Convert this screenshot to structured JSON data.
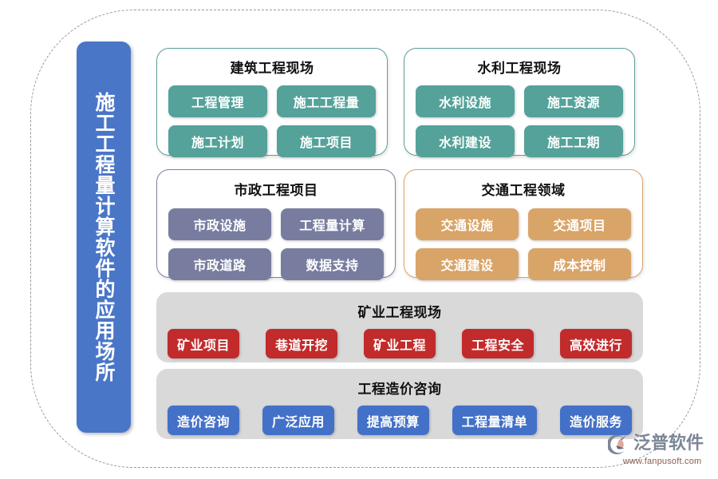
{
  "sidebar": {
    "title": "施工工程量计算软件的应用场所"
  },
  "cards": [
    {
      "id": "construction",
      "title": "建筑工程现场",
      "items": [
        "工程管理",
        "施工工程量",
        "施工计划",
        "施工项目"
      ],
      "color": "#54a29a",
      "border_color": "#5f9f99"
    },
    {
      "id": "water",
      "title": "水利工程现场",
      "items": [
        "水利设施",
        "施工资源",
        "水利建设",
        "施工工期"
      ],
      "color": "#54a29a",
      "border_color": "#5f9f99"
    },
    {
      "id": "municipal",
      "title": "市政工程项目",
      "items": [
        "市政设施",
        "工程量计算",
        "市政道路",
        "数据支持"
      ],
      "color": "#787da0",
      "border_color": "#7e83a2"
    },
    {
      "id": "traffic",
      "title": "交通工程领域",
      "items": [
        "交通设施",
        "交通项目",
        "交通建设",
        "成本控制"
      ],
      "color": "#d9a468",
      "border_color": "#d9a468"
    }
  ],
  "bands": [
    {
      "id": "mining",
      "title": "矿业工程现场",
      "items": [
        "矿业项目",
        "巷道开挖",
        "矿业工程",
        "工程安全",
        "高效进行"
      ],
      "color": "#c22b2b",
      "background": "#d9d9d9"
    },
    {
      "id": "cost",
      "title": "工程造价咨询",
      "items": [
        "造价咨询",
        "广泛应用",
        "提高预算",
        "工程量清单",
        "造价服务"
      ],
      "color": "#4371c8",
      "background": "#d9d9d9"
    }
  ],
  "logo": {
    "name": "泛普软件",
    "url": "www.fanpusoft.com",
    "mark": "swoosh-circle-icon"
  },
  "theme": {
    "sidebar_blue": "#4a76c8",
    "band_grey": "#d9d9d9",
    "frame_dash": "#9a9a9a",
    "page_background": "#ffffff"
  }
}
